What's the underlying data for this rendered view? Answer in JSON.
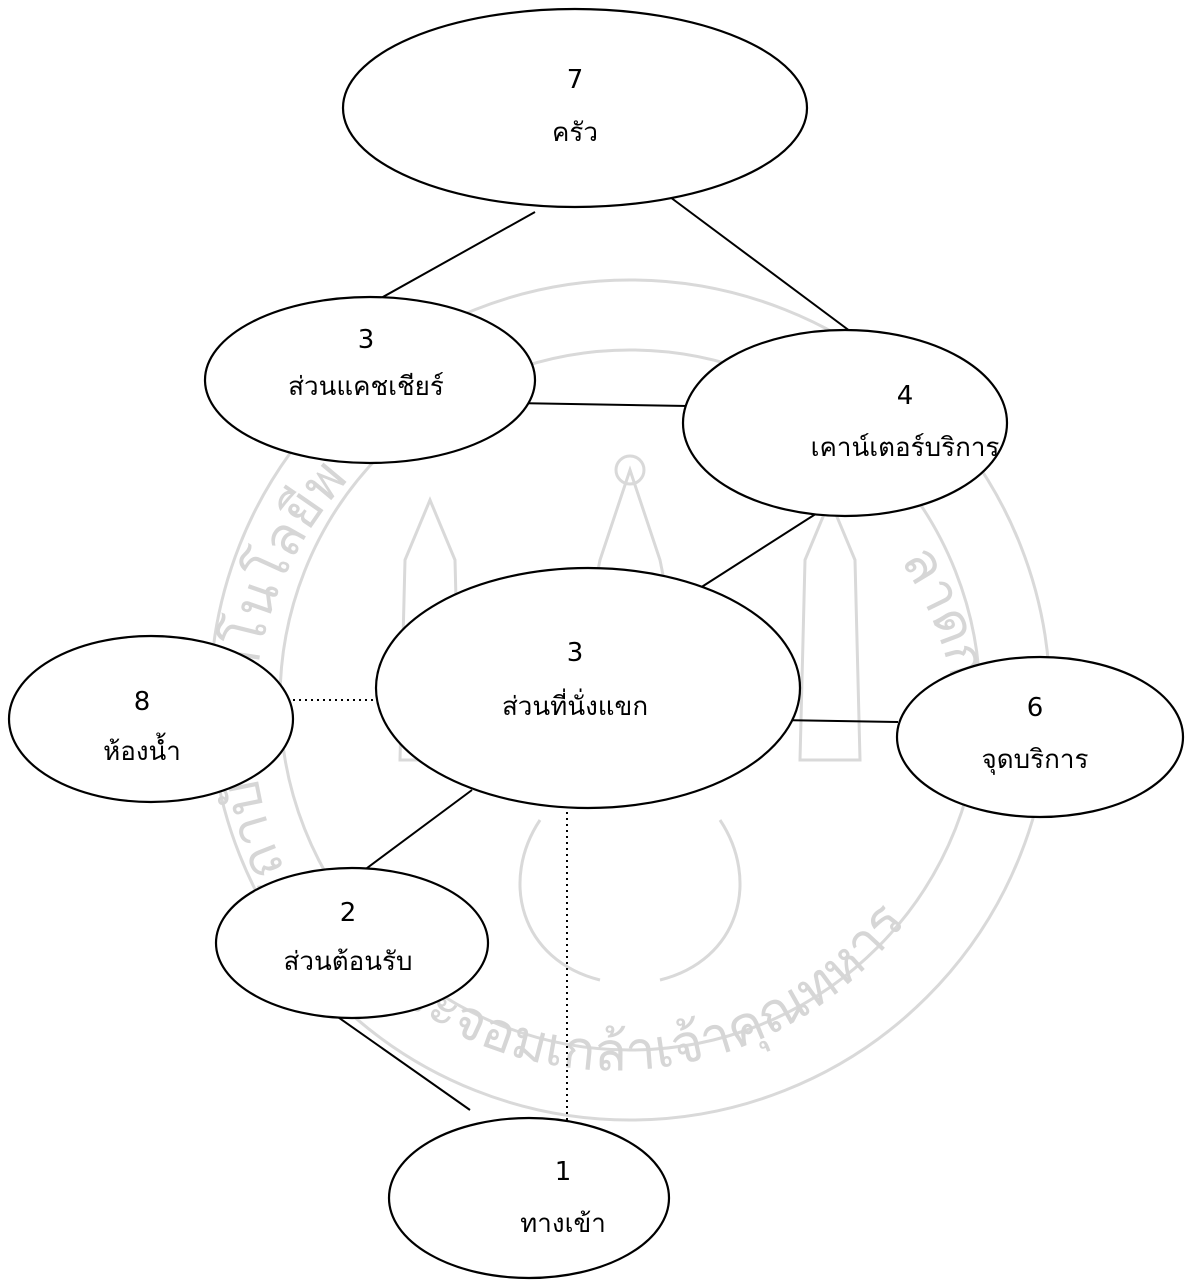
{
  "diagram": {
    "nodes": [
      {
        "id": "kitchen",
        "number": "7",
        "label": "ครัว"
      },
      {
        "id": "cashier",
        "number": "3",
        "label": "ส่วนแคชเชียร์"
      },
      {
        "id": "counter",
        "number": "4",
        "label": "เคาน์เตอร์บริการ"
      },
      {
        "id": "seating",
        "number": "3",
        "label": "ส่วนที่นั่งแขก"
      },
      {
        "id": "restroom",
        "number": "8",
        "label": "ห้องน้ำ"
      },
      {
        "id": "service",
        "number": "6",
        "label": "จุดบริการ"
      },
      {
        "id": "reception",
        "number": "2",
        "label": "ส่วนต้อนรับ"
      },
      {
        "id": "entrance",
        "number": "1",
        "label": "ทางเข้า"
      }
    ],
    "connections": [
      {
        "from": "kitchen",
        "to": "cashier",
        "style": "solid"
      },
      {
        "from": "kitchen",
        "to": "counter",
        "style": "solid"
      },
      {
        "from": "cashier",
        "to": "counter",
        "style": "solid"
      },
      {
        "from": "counter",
        "to": "seating",
        "style": "solid"
      },
      {
        "from": "seating",
        "to": "restroom",
        "style": "dotted"
      },
      {
        "from": "seating",
        "to": "service",
        "style": "solid"
      },
      {
        "from": "seating",
        "to": "reception",
        "style": "solid"
      },
      {
        "from": "seating",
        "to": "entrance",
        "style": "dotted"
      },
      {
        "from": "reception",
        "to": "entrance",
        "style": "solid"
      }
    ]
  },
  "watermark": {
    "text_left": "สถาบันเทคโนโลยีพ",
    "text_bottom": "ระจอมเกล้าเจ้าคุณทหาร",
    "text_right": "ลาดกระบัง"
  }
}
